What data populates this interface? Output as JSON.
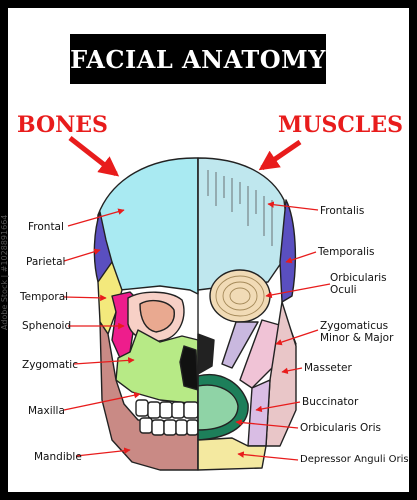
{
  "title": "FACIAL ANATOMY",
  "headings": {
    "bones": "BONES",
    "muscles": "MUSCLES"
  },
  "bones": [
    "Frontal",
    "Parietal",
    "Temporal",
    "Sphenoid",
    "Zygomatic",
    "Maxilla",
    "Mandible"
  ],
  "muscles": [
    [
      "Frontalis"
    ],
    [
      "Temporalis"
    ],
    [
      "Orbicularis",
      "Oculi"
    ],
    [
      "Zygomaticus",
      "Minor & Major"
    ],
    [
      "Masseter"
    ],
    [
      "Buccinator"
    ],
    [
      "Orbicularis Oris"
    ],
    [
      "Depressor Anguli Oris"
    ]
  ],
  "watermark": "Adobe Stock | #1028891664",
  "colors": {
    "arrow": "#e81c1c",
    "frontal": "#a9eaf2",
    "parietal": "#5a4fc0",
    "temporal": "#f3e97c",
    "sphenoid": "#ee1d8c",
    "zygomatic": "#b7ea86",
    "maxilla": "#b7ea86",
    "mandible": "#c98a85"
  }
}
